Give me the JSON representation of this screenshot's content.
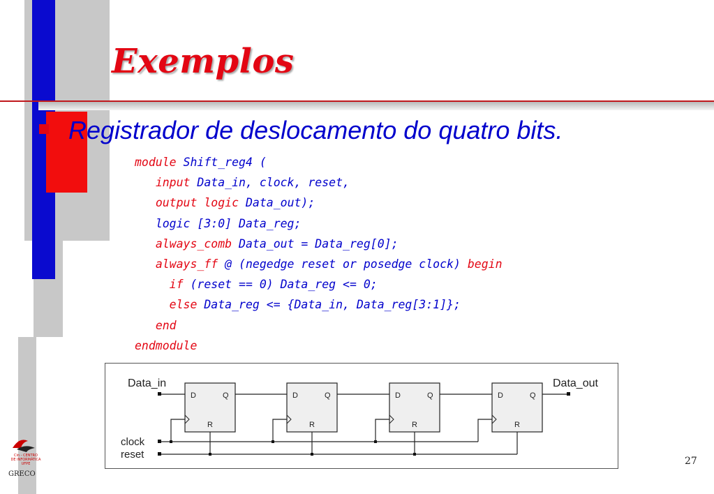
{
  "slide": {
    "title": "Exemplos",
    "heading": "Registrador de deslocamento do quatro bits.",
    "page_number": "27",
    "logo": {
      "lines": [
        "Cin - CENTRO",
        "DE INFORMÁTICA",
        "UFPE"
      ],
      "footer": "GRECO"
    },
    "colors": {
      "accent_red": "#e30613",
      "accent_blue": "#0a0acf",
      "code_blue": "#0000cc"
    }
  },
  "code": {
    "line1_kw": "module",
    "line1_rest": " Shift_reg4 (",
    "line2_kw": "input",
    "line2_rest": " Data_in, clock, reset,",
    "line3_kw": "output logic",
    "line3_rest": " Data_out);",
    "line4": "logic [3:0] Data_reg;",
    "line5_kw": "always_comb",
    "line5_rest": " Data_out = Data_reg[0];",
    "line6_kw": "always_ff",
    "line6_mid": " @ (negedge reset or posedge clock) ",
    "line6_kw2": "begin",
    "line7_kw": "if",
    "line7_rest": " (reset == 0) Data_reg <= 0;",
    "line8_kw": "else",
    "line8_rest": " Data_reg <= {Data_in, Data_reg[3:1]};",
    "line9_kw": "end",
    "line10_kw": "endmodule"
  },
  "diagram": {
    "input_label": "Data_in",
    "output_label": "Data_out",
    "clock_label": "clock",
    "reset_label": "reset",
    "flipflop": {
      "d": "D",
      "q": "Q",
      "r": "R"
    }
  }
}
